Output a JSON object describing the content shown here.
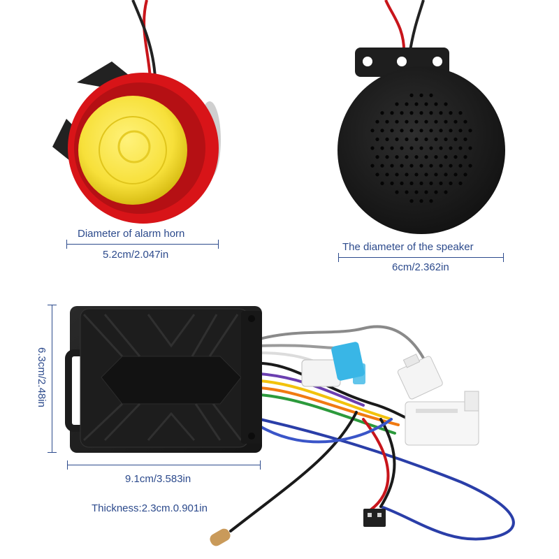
{
  "labels": {
    "horn_title": "Diameter of alarm horn",
    "horn_size": "5.2cm/2.047in",
    "speaker_title": "The diameter of the speaker",
    "speaker_size": "6cm/2.362in",
    "box_height": "6.3cm/2.48in",
    "box_width": "9.1cm/3.583in",
    "thickness": "Thickness:2.3cm.0.901in"
  },
  "colors": {
    "label_text": "#2c4a8c",
    "horn_red": "#d81418",
    "horn_yellow": "#f7e03a",
    "unit_black": "#1c1c1c",
    "fuse_blue": "#39b6e6",
    "connector_white": "#f4f4f4"
  }
}
